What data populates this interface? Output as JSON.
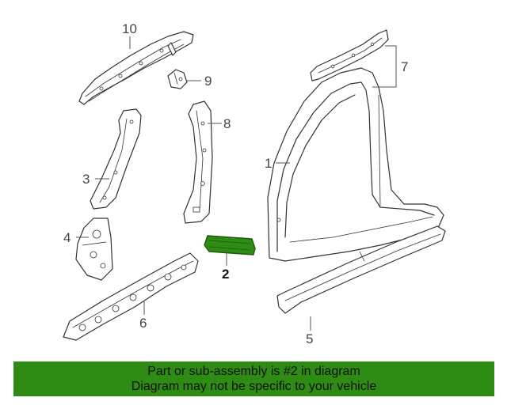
{
  "diagram": {
    "callouts": [
      {
        "id": "1",
        "label": "1"
      },
      {
        "id": "2",
        "label": "2",
        "highlighted": true
      },
      {
        "id": "3",
        "label": "3"
      },
      {
        "id": "4",
        "label": "4"
      },
      {
        "id": "5",
        "label": "5"
      },
      {
        "id": "6",
        "label": "6"
      },
      {
        "id": "7",
        "label": "7"
      },
      {
        "id": "8",
        "label": "8"
      },
      {
        "id": "9",
        "label": "9"
      },
      {
        "id": "10",
        "label": "10"
      }
    ],
    "highlight_color": "#2e8b14"
  },
  "banner": {
    "line1": "Part or sub-assembly is #2 in diagram",
    "line2": "Diagram may not be specific to your vehicle",
    "background": "#2e8b14"
  }
}
